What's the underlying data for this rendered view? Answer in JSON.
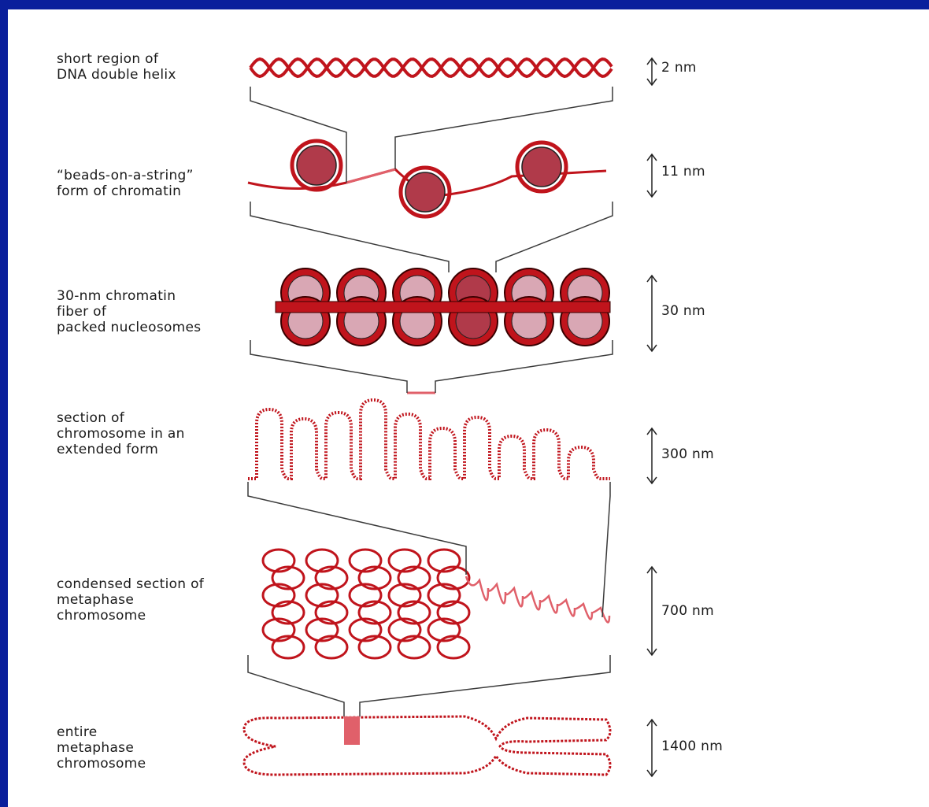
{
  "colors": {
    "frame": "#0a1f9c",
    "background": "#ffffff",
    "dna_red": "#c0141c",
    "nucleosome_fill": "#b03a4a",
    "fiber_fill": "#d9a7b4",
    "pale_red": "#e0606a",
    "line": "#3a3a3a"
  },
  "levels": [
    {
      "label": "short region of\nDNA double helix",
      "size": "2 nm"
    },
    {
      "label": "“beads-on-a-string”\nform of chromatin",
      "size": "11 nm"
    },
    {
      "label": "30-nm chromatin\nfiber of\npacked nucleosomes",
      "size": "30 nm"
    },
    {
      "label": "section of\nchromosome in an\nextended form",
      "size": "300 nm"
    },
    {
      "label": "condensed section of\nmetaphase\nchromosome",
      "size": "700 nm"
    },
    {
      "label": "entire\nmetaphase\nchromosome",
      "size": "1400 nm"
    }
  ]
}
